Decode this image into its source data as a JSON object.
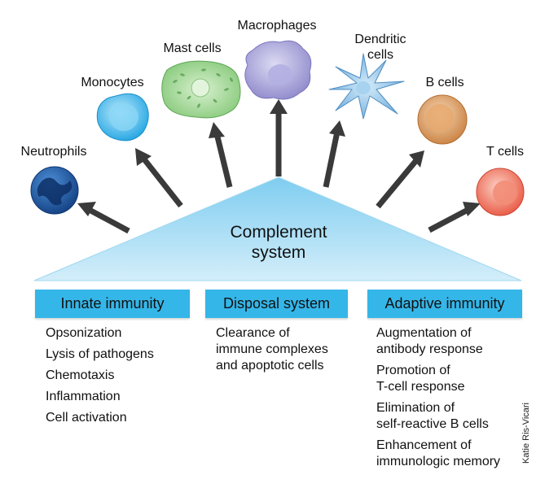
{
  "center": {
    "title": "Complement\nsystem"
  },
  "cells": [
    {
      "id": "neutrophils",
      "label": "Neutrophils",
      "color": "#1e5aa8"
    },
    {
      "id": "monocytes",
      "label": "Monocytes",
      "color": "#31b4ec"
    },
    {
      "id": "mast-cells",
      "label": "Mast cells",
      "color": "#8ccf83"
    },
    {
      "id": "macrophages",
      "label": "Macrophages",
      "color": "#9c98d6"
    },
    {
      "id": "dendritic-cells",
      "label": "Dendritic\ncells",
      "color": "#7ab4df"
    },
    {
      "id": "b-cells",
      "label": "B cells",
      "color": "#d9955a"
    },
    {
      "id": "t-cells",
      "label": "T cells",
      "color": "#ef6f5b"
    }
  ],
  "columns": [
    {
      "header": "Innate immunity",
      "items": [
        "Opsonization",
        "Lysis of pathogens",
        "Chemotaxis",
        "Inflammation",
        "Cell activation"
      ]
    },
    {
      "header": "Disposal system",
      "items": [
        "Clearance of\nimmune complexes\nand apoptotic cells"
      ]
    },
    {
      "header": "Adaptive immunity",
      "items": [
        "Augmentation of\nantibody response",
        "Promotion of\nT-cell response",
        "Elimination of\nself-reactive B cells",
        "Enhancement of\nimmunologic memory"
      ]
    }
  ],
  "credit": "Katie Ris-Vicari",
  "colors": {
    "triangle": "#b9e3f6",
    "header": "#35b6e8",
    "arrow": "#444444"
  }
}
